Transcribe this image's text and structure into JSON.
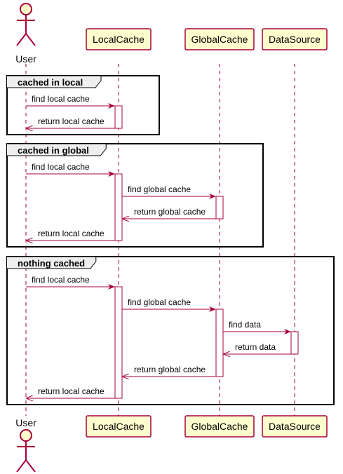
{
  "participants": [
    {
      "id": "user",
      "name": "User",
      "kind": "actor"
    },
    {
      "id": "local",
      "name": "LocalCache",
      "kind": "box"
    },
    {
      "id": "global",
      "name": "GlobalCache",
      "kind": "box"
    },
    {
      "id": "source",
      "name": "DataSource",
      "kind": "box"
    }
  ],
  "groups": [
    {
      "label": "cached in local",
      "messages": [
        {
          "from": "user",
          "to": "local",
          "text": "find local cache"
        },
        {
          "from": "local",
          "to": "user",
          "text": "return local cache"
        }
      ]
    },
    {
      "label": "cached in global",
      "messages": [
        {
          "from": "user",
          "to": "local",
          "text": "find local cache"
        },
        {
          "from": "local",
          "to": "global",
          "text": "find global cache"
        },
        {
          "from": "global",
          "to": "local",
          "text": "return global cache"
        },
        {
          "from": "local",
          "to": "user",
          "text": "return local cache"
        }
      ]
    },
    {
      "label": "nothing cached",
      "messages": [
        {
          "from": "user",
          "to": "local",
          "text": "find local cache"
        },
        {
          "from": "local",
          "to": "global",
          "text": "find global cache"
        },
        {
          "from": "global",
          "to": "source",
          "text": "find data"
        },
        {
          "from": "source",
          "to": "global",
          "text": "return data"
        },
        {
          "from": "global",
          "to": "local",
          "text": "return global cache"
        },
        {
          "from": "local",
          "to": "user",
          "text": "return local cache"
        }
      ]
    }
  ],
  "colors": {
    "line": "#a80036",
    "participant_fill": "#fefece",
    "participant_border": "#a80036",
    "group_border": "#000000"
  }
}
